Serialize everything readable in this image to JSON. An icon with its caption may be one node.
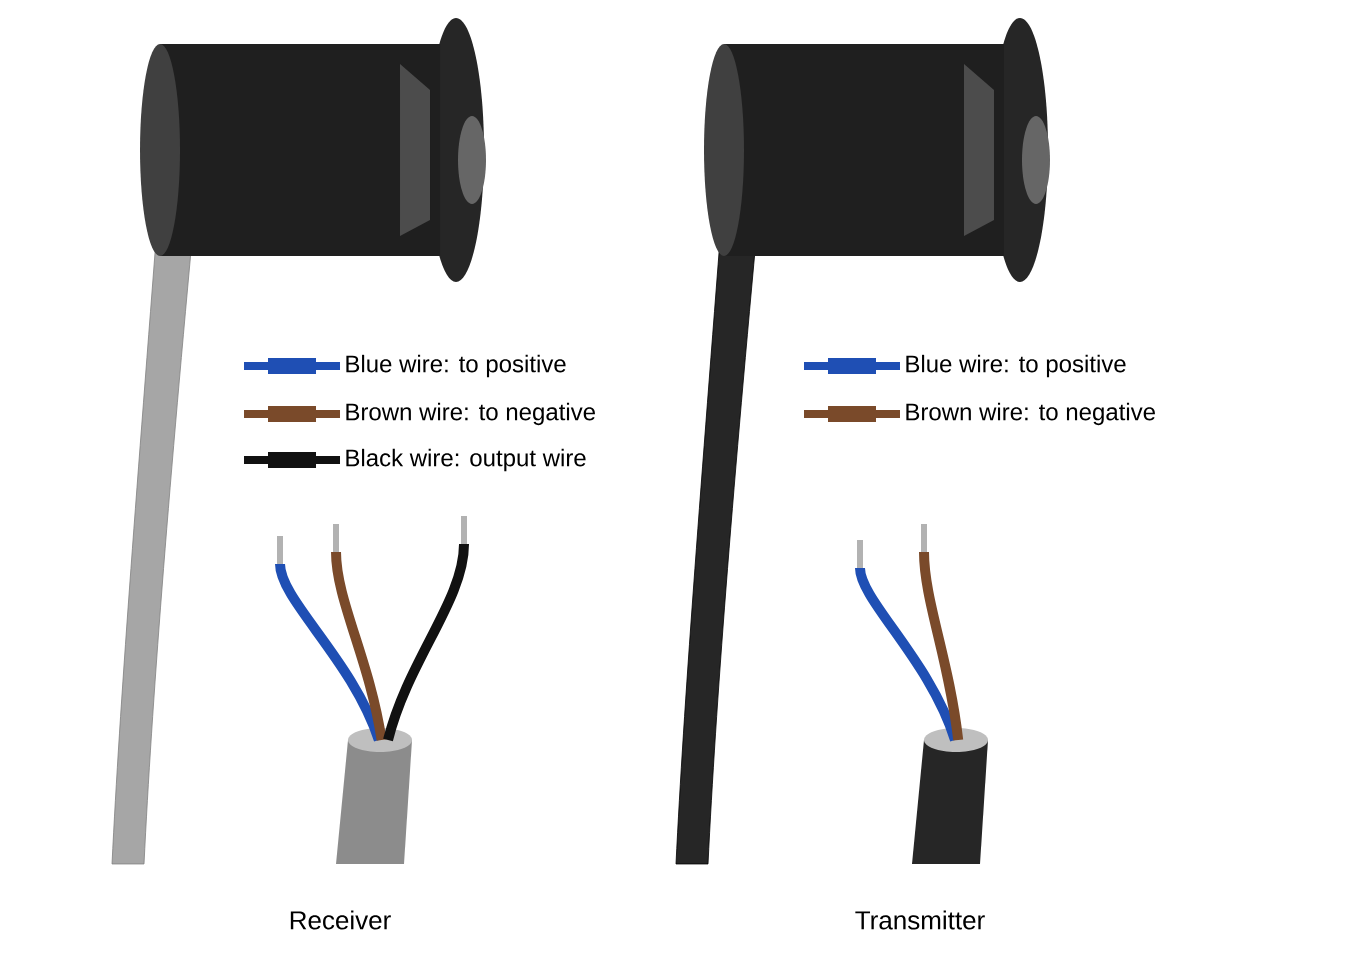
{
  "diagram": {
    "labels": [
      "Receiver",
      "Transmitter"
    ],
    "legend": [
      {
        "text": "Blue wire: to positive",
        "color": "#1f4fb4"
      },
      {
        "text": "Brown wire: to negative",
        "color": "#7a4a2a"
      },
      {
        "text": "Black wire: output wire",
        "color": "#111111"
      },
      {
        "text": "Blue wire: to positive",
        "color": "#1f4fb4"
      },
      {
        "text": "Brown wire: to negative",
        "color": "#7a4a2a"
      }
    ]
  }
}
